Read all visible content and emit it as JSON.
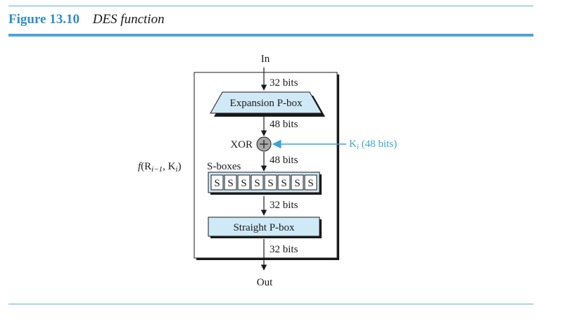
{
  "figure": {
    "number": "Figure 13.10",
    "title": "DES function"
  },
  "diagram": {
    "input_label": "In",
    "output_label": "Out",
    "function_label": {
      "f": "f",
      "open": "(R",
      "sub_i_minus_1": "i−1",
      "sep": ", K",
      "sub_i": "i",
      "close": ")"
    },
    "bits_in": "32 bits",
    "expansion_box": "Expansion P-box",
    "bits_after_expansion": "48 bits",
    "xor_label": "XOR",
    "xor_symbol": "+",
    "key_label": {
      "k": "K",
      "sub": "i",
      "rest": " (48 bits)"
    },
    "bits_after_xor": "48 bits",
    "sboxes_label": "S-boxes",
    "sbox_cells": [
      "S",
      "S",
      "S",
      "S",
      "S",
      "S",
      "S",
      "S"
    ],
    "bits_after_sboxes": "32 bits",
    "straight_box": "Straight P-box",
    "bits_out": "32 bits",
    "colors": {
      "box_fill": "#cfe9f7",
      "accent_blue": "#3aa3dc",
      "xor_fill": "#a8a8a8",
      "line": "#1a1a1a"
    }
  }
}
